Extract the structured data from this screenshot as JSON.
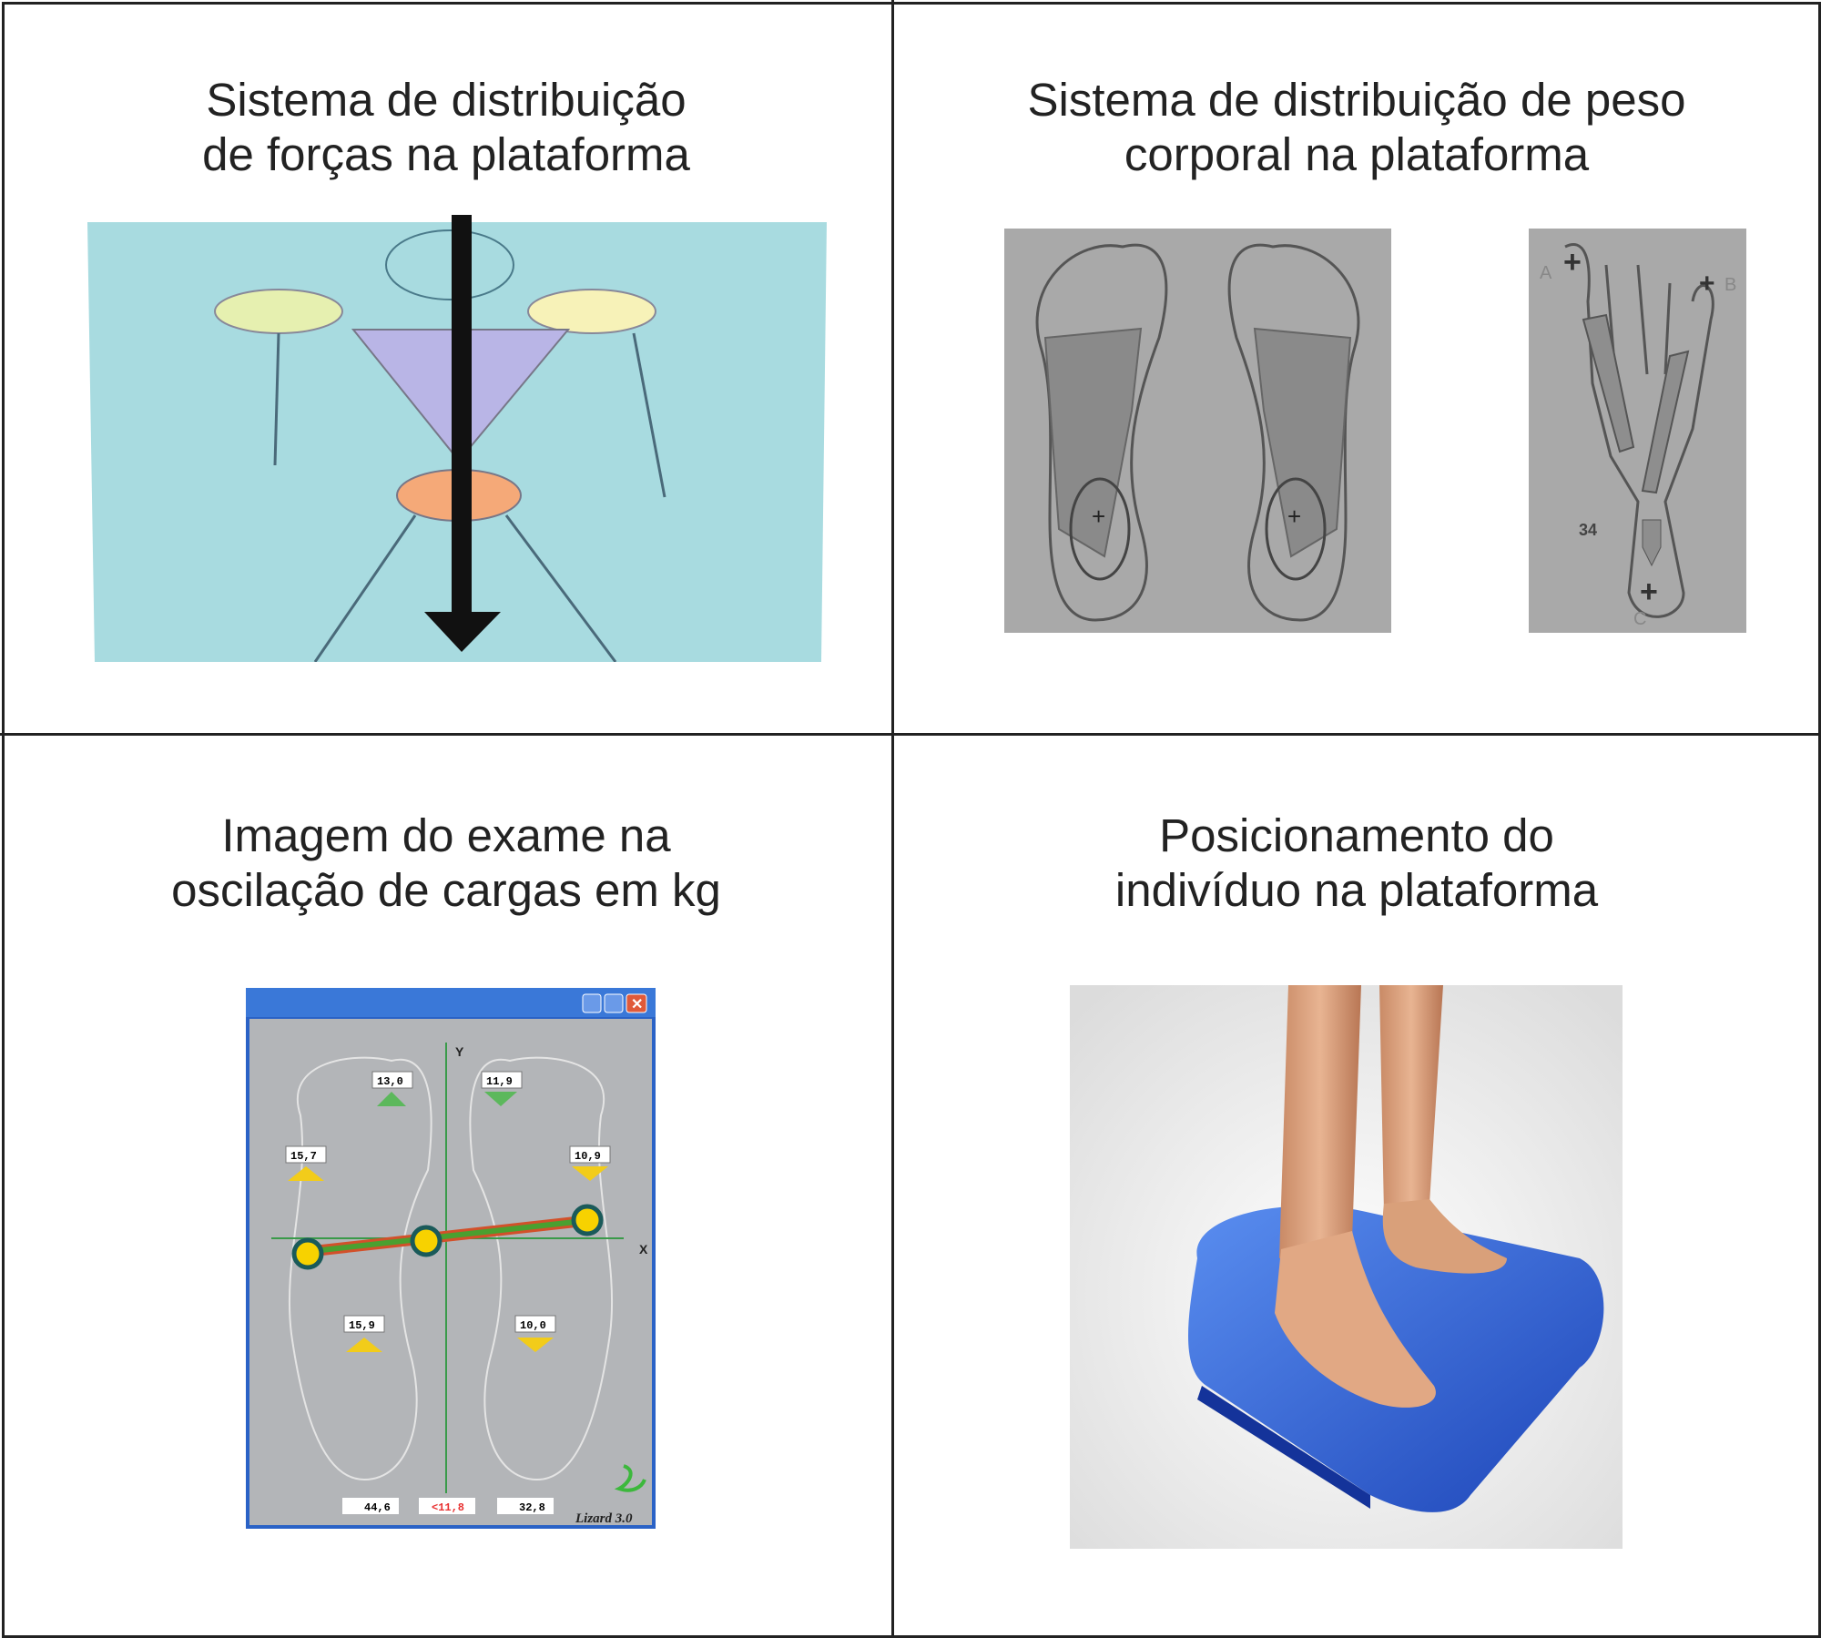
{
  "panels": [
    {
      "title_line1": "Sistema de distribuição",
      "title_line2": "de forças na plataforma"
    },
    {
      "title_line1": "Sistema de distribuição de peso",
      "title_line2": "corporal na plataforma",
      "foot_labels": {
        "a": "A",
        "b": "B",
        "c": "C",
        "value": "34"
      }
    },
    {
      "title_line1": "Imagem do exame na",
      "title_line2": "oscilação de cargas em kg",
      "window": {
        "axis_y": "Y",
        "axis_x": "X",
        "sensors": [
          "13,0",
          "11,9",
          "15,7",
          "10,9",
          "15,9",
          "10,0"
        ],
        "totals": [
          "44,6",
          "<11,8",
          "32,8"
        ],
        "brand": "Lizard 3.0",
        "accent_red": "#e83030"
      }
    },
    {
      "title_line1": "Posicionamento do",
      "title_line2": "indivíduo na plataforma"
    }
  ]
}
